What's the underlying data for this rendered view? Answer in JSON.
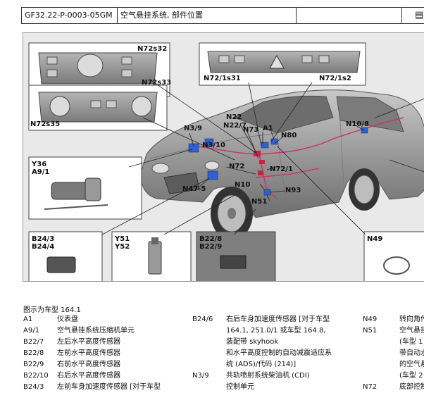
{
  "header": {
    "doc_id": "GF32.22-P-0003-05GM",
    "title": "空气悬挂系统, 部件位置",
    "icon": "book-icon"
  },
  "figure": {
    "callouts": {
      "n72s32": "N72s32",
      "n72s33": "N72s33",
      "n72_1s31": "N72/1s31",
      "n72_1s2": "N72/1s2",
      "n72s35": "N72s35",
      "n3_9": "N3/9",
      "n22": "N22",
      "n22_7": "N22/7",
      "n73": "N73",
      "a1": "A1",
      "n80": "N80",
      "n10_8": "N10/8",
      "n3_10": "N3/10",
      "n72": "N72",
      "n72_1": "N72/1",
      "n47_5": "N47-5",
      "n10": "N10",
      "n93": "N93",
      "n51": "N51"
    },
    "boxes": {
      "y36_a9": "Y36\nA9/1",
      "b24": "B24/3\nB24/4",
      "y51": "Y51\nY52",
      "b22": "B22/8\nB22/9",
      "n49": "N49"
    }
  },
  "legend": {
    "caption": "图示为车型 164.1",
    "col1": [
      {
        "code": "A1",
        "desc": "仪表盘"
      },
      {
        "code": "A9/1",
        "desc": "空气悬挂系统压缩机单元"
      },
      {
        "code": "B22/7",
        "desc": "左后水平高度传感器"
      },
      {
        "code": "B22/8",
        "desc": "左前水平高度传感器"
      },
      {
        "code": "B22/9",
        "desc": "右前水平高度传感器"
      },
      {
        "code": "B22/10",
        "desc": "右后水平高度传感器"
      },
      {
        "code": "B24/3",
        "desc": "左前车身加速度传感器 [对于车型"
      }
    ],
    "col2": [
      {
        "code": "B24/6",
        "desc": "右后车身加速度传感器 [对于车型"
      },
      {
        "code": "",
        "desc": "164.1, 251.0/1 或车型 164.8,"
      },
      {
        "code": "",
        "desc": "装配带 skyhook"
      },
      {
        "code": "",
        "desc": "和水平高度控制的自动减震适应系"
      },
      {
        "code": "",
        "desc": "统 (ADS)/代码 (214)]"
      },
      {
        "code": "N3/9",
        "desc": "共轨喷射系统柴油机 (CDI)"
      },
      {
        "code": "",
        "desc": "控制单元"
      }
    ],
    "col3": [
      {
        "code": "N49",
        "desc": "转向角传"
      },
      {
        "code": "N51",
        "desc": "空气悬挂"
      },
      {
        "code": "",
        "desc": "(车型 1"
      },
      {
        "code": "",
        "desc": "带自动水"
      },
      {
        "code": "",
        "desc": "的空气悬"
      },
      {
        "code": "",
        "desc": "(车型 2"
      },
      {
        "code": "N72",
        "desc": "底部控制"
      }
    ]
  }
}
